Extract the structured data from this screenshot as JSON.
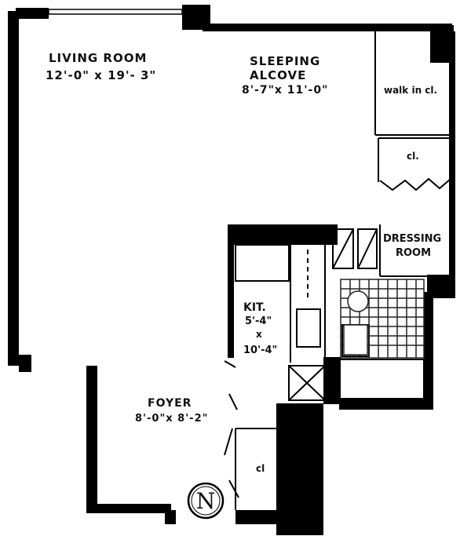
{
  "rooms": {
    "living": {
      "name": "LIVING ROOM",
      "dims": "12'-0\" x 19'- 3\""
    },
    "sleeping": {
      "name_line1": "SLEEPING",
      "name_line2": "ALCOVE",
      "dims": "8'-7\"x 11'-0\""
    },
    "walkin": {
      "name": "walk in cl."
    },
    "closet_upper": {
      "name": "cl."
    },
    "dressing": {
      "name_line1": "DRESSING",
      "name_line2": "ROOM"
    },
    "kitchen": {
      "name": "KIT.",
      "dim1": "5'-4\"",
      "dim_sep": "x",
      "dim2": "10'-4\""
    },
    "foyer": {
      "name": "FOYER",
      "dims": "8'-0\"x 8'-2\""
    },
    "closet_lower": {
      "name": "cl"
    }
  },
  "compass": {
    "letter": "N"
  },
  "colors": {
    "wall": "#000000",
    "floor": "#ffffff",
    "tile": "#222222"
  }
}
